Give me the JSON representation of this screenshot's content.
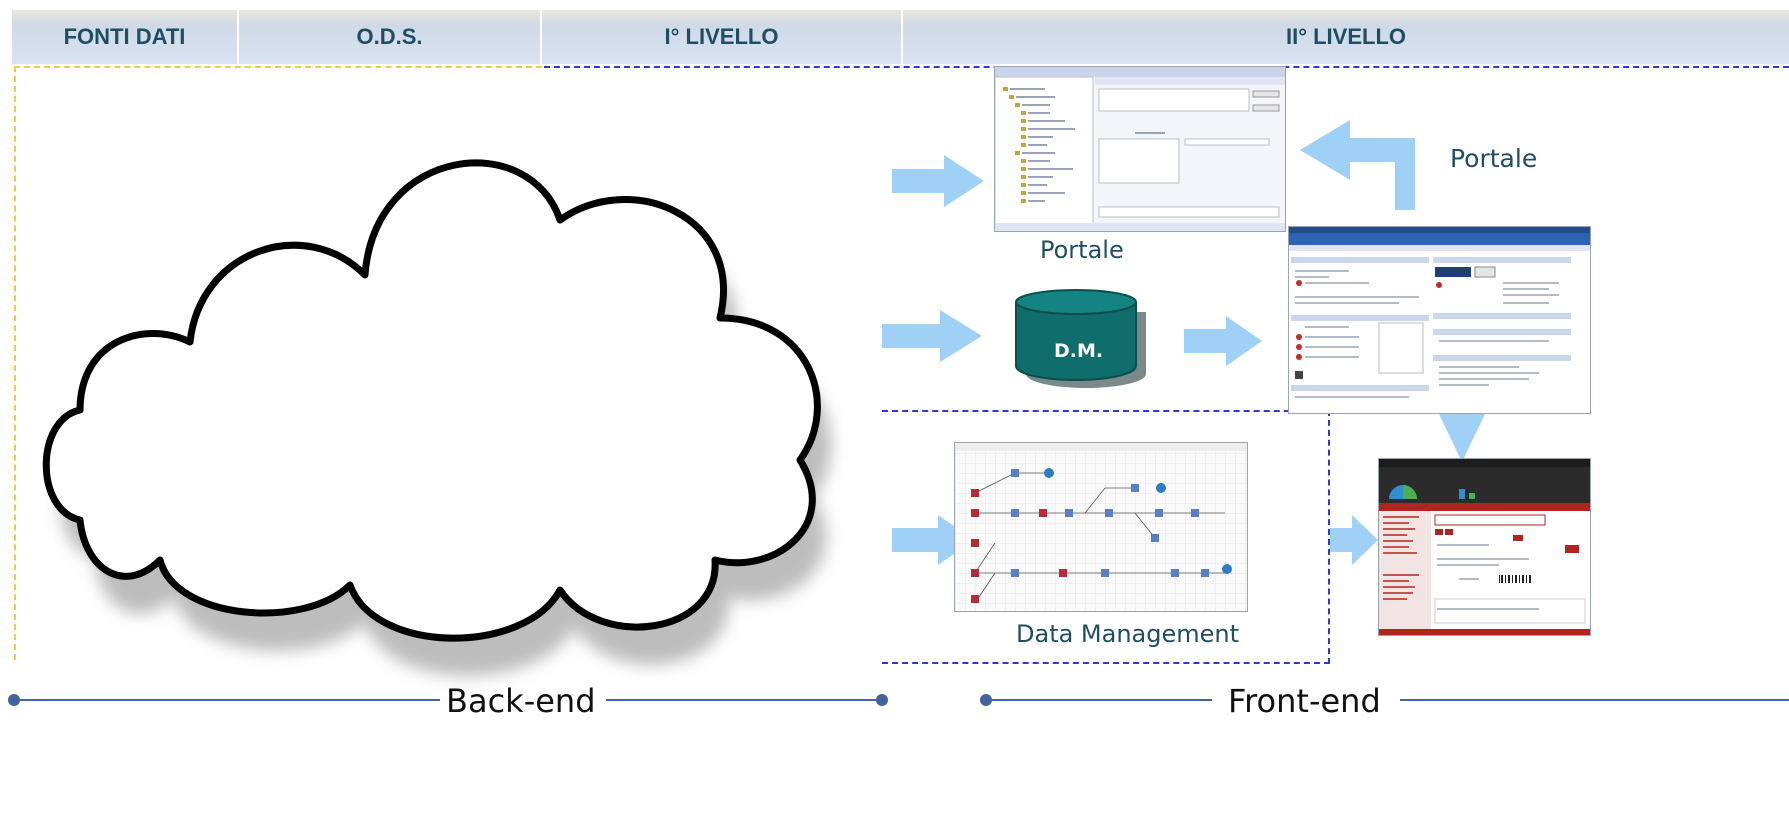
{
  "header": {
    "col_fonti": "FONTI DATI",
    "col_ods": "O.D.S.",
    "col_livello1": "I° LIVELLO",
    "col_livello2": "II° LIVELLO"
  },
  "center": {
    "portale_label": "Portale",
    "dm_label": "D.M.",
    "data_management_label": "Data Management"
  },
  "right": {
    "portale_label": "Portale"
  },
  "footer": {
    "backend_label": "Back-end",
    "frontend_label": "Front-end"
  },
  "colors": {
    "header_text": "#1f4e62",
    "arrow": "#9fd0f5",
    "db": "#0f6e6c",
    "dash_yellow": "#f2c94c",
    "dash_blue": "#2b3bd1",
    "timeline": "#3f64a0"
  }
}
